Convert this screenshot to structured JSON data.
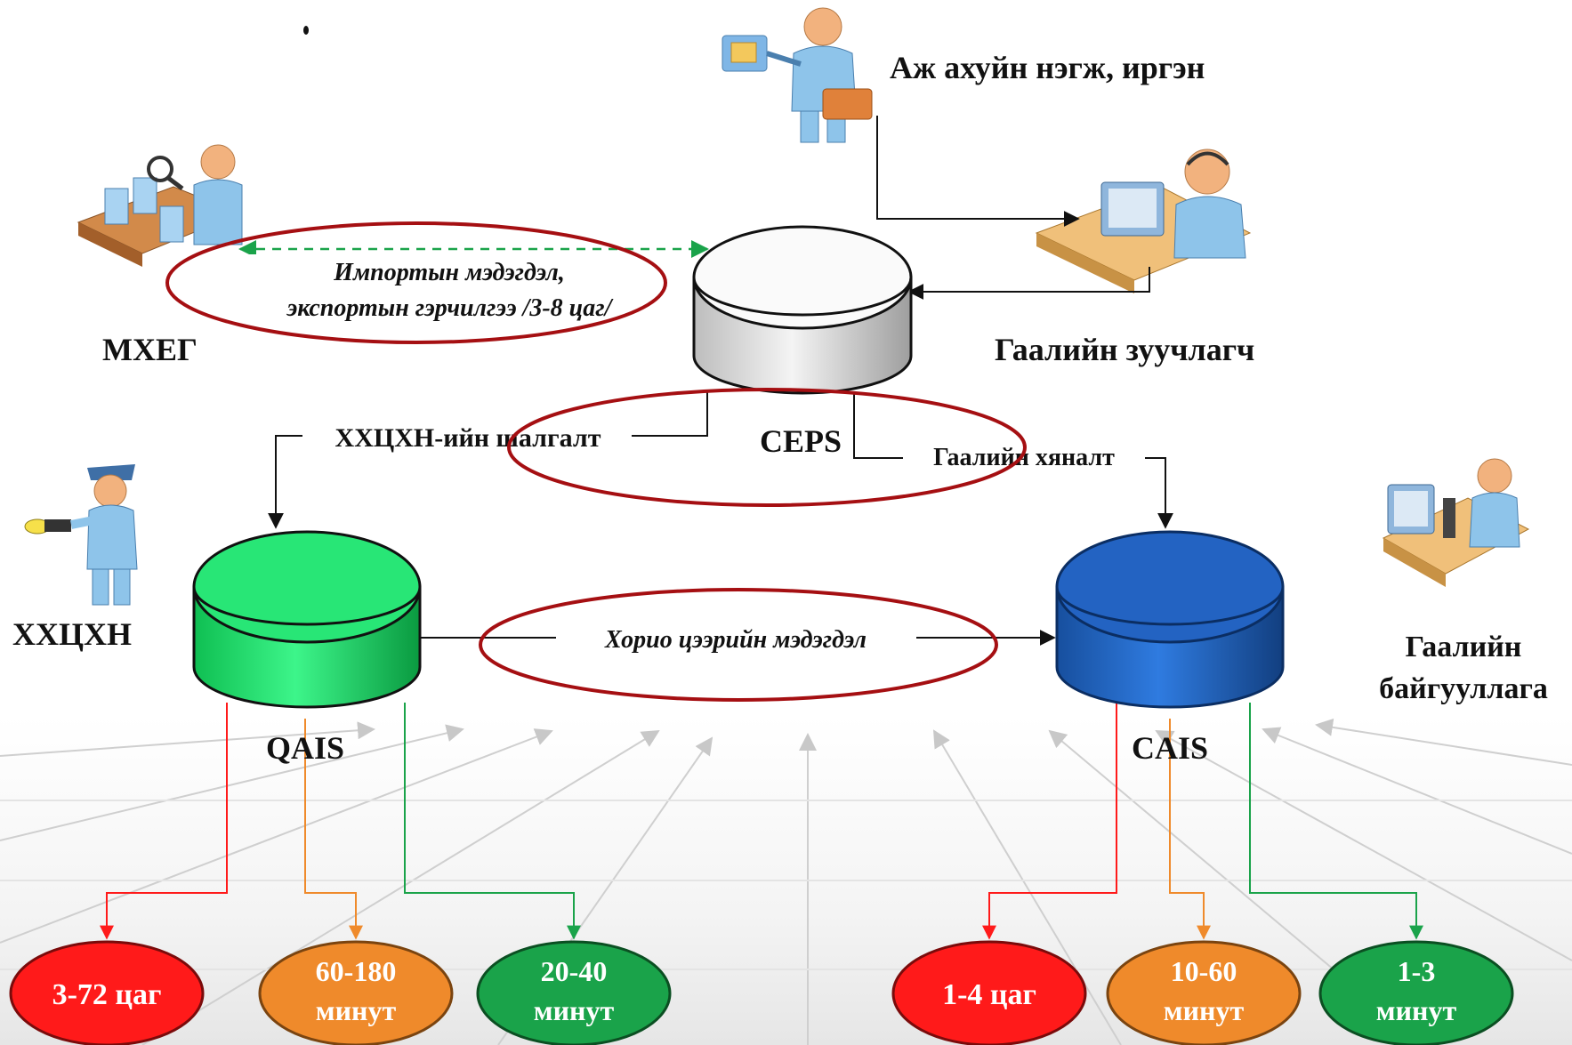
{
  "actors": {
    "citizen": "Аж ахуйн нэгж, иргэн",
    "mheg": "МХЕГ",
    "broker": "Гаалийн зуучлагч",
    "hhtshn": "ХХЦХН",
    "customs_org_line1": "Гаалийн",
    "customs_org_line2": "байгууллага"
  },
  "systems": {
    "ceps": "CEPS",
    "qais": "QAIS",
    "cais": "CAIS"
  },
  "flows": {
    "import_line1": "Импортын мэдэгдэл,",
    "import_line2": "экспортын гэрчилгээ /3-8 цаг/",
    "inspection": "ХХЦХН-ийн шалгалт",
    "customs_control": "Гаалийн хяналт",
    "ban_info": "Хорио цээрийн мэдэгдэл"
  },
  "times": {
    "q_red": "3-72 цаг",
    "q_orange_1": "60-180",
    "q_orange_2": "минут",
    "q_green_1": "20-40",
    "q_green_2": "минут",
    "c_red": "1-4 цаг",
    "c_orange_1": "10-60",
    "c_orange_2": "минут",
    "c_green_1": "1-3",
    "c_green_2": "минут"
  },
  "colors": {
    "red": "#ff1a1a",
    "orange": "#ef8a2b",
    "green": "#1aa34a",
    "highlight": "#a50f12",
    "qais": "#19e06a",
    "cais": "#1a5fb8"
  }
}
